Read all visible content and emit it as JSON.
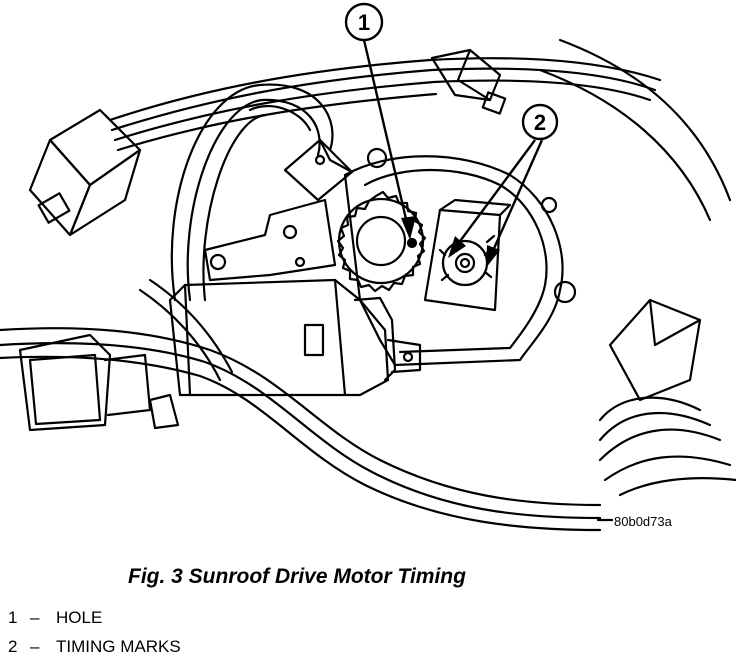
{
  "figure": {
    "reference_code": "80b0d73a",
    "caption": "Fig. 3 Sunroof Drive Motor Timing",
    "callouts": [
      {
        "number": "1",
        "label": "HOLE"
      },
      {
        "number": "2",
        "label": "TIMING MARKS"
      }
    ]
  },
  "legend": {
    "separator": "–",
    "items": [
      {
        "number": "1",
        "label": "HOLE"
      },
      {
        "number": "2",
        "label": "TIMING MARKS"
      }
    ]
  },
  "colors": {
    "ink": "#000000",
    "paper": "#ffffff"
  }
}
